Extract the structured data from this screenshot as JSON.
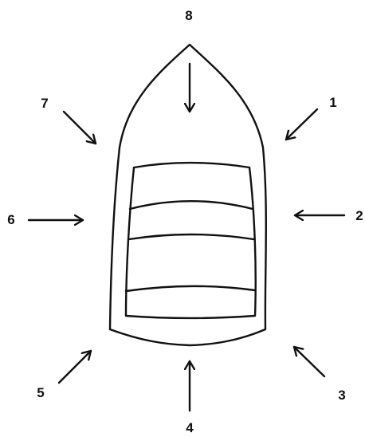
{
  "diagram": {
    "directions": [
      {
        "id": "1",
        "label": "1"
      },
      {
        "id": "2",
        "label": "2"
      },
      {
        "id": "3",
        "label": "3"
      },
      {
        "id": "4",
        "label": "4"
      },
      {
        "id": "5",
        "label": "5"
      },
      {
        "id": "6",
        "label": "6"
      },
      {
        "id": "7",
        "label": "7"
      },
      {
        "id": "8",
        "label": "8"
      }
    ]
  }
}
